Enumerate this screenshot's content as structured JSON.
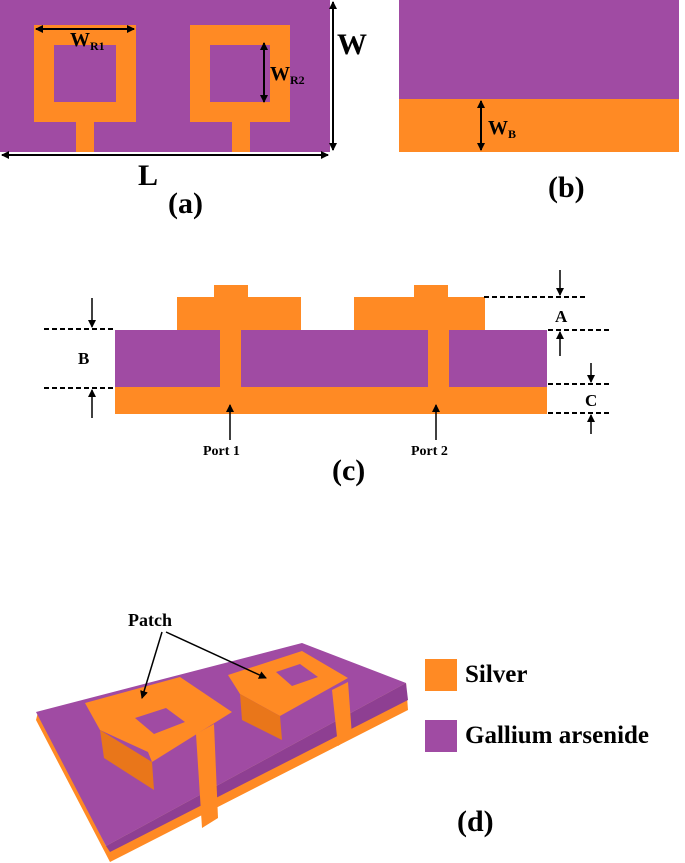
{
  "colors": {
    "silver": "#ff8a24",
    "gallium_arsenide": "#a04ba3"
  },
  "panels": {
    "a": {
      "label": "(a)",
      "dim_wr1_main": "W",
      "dim_wr1_sub": "R1",
      "dim_wr2_main": "W",
      "dim_wr2_sub": "R2",
      "dim_w": "W",
      "dim_l": "L"
    },
    "b": {
      "label": "(b)",
      "dim_wb_main": "W",
      "dim_wb_sub": "B"
    },
    "c": {
      "label": "(c)",
      "dim_a": "A",
      "dim_b": "B",
      "dim_c": "C",
      "port1": "Port 1",
      "port2": "Port 2"
    },
    "d": {
      "label": "(d)",
      "patch": "Patch"
    }
  },
  "legend": {
    "silver": "Silver",
    "gallium_arsenide": "Gallium arsenide"
  }
}
